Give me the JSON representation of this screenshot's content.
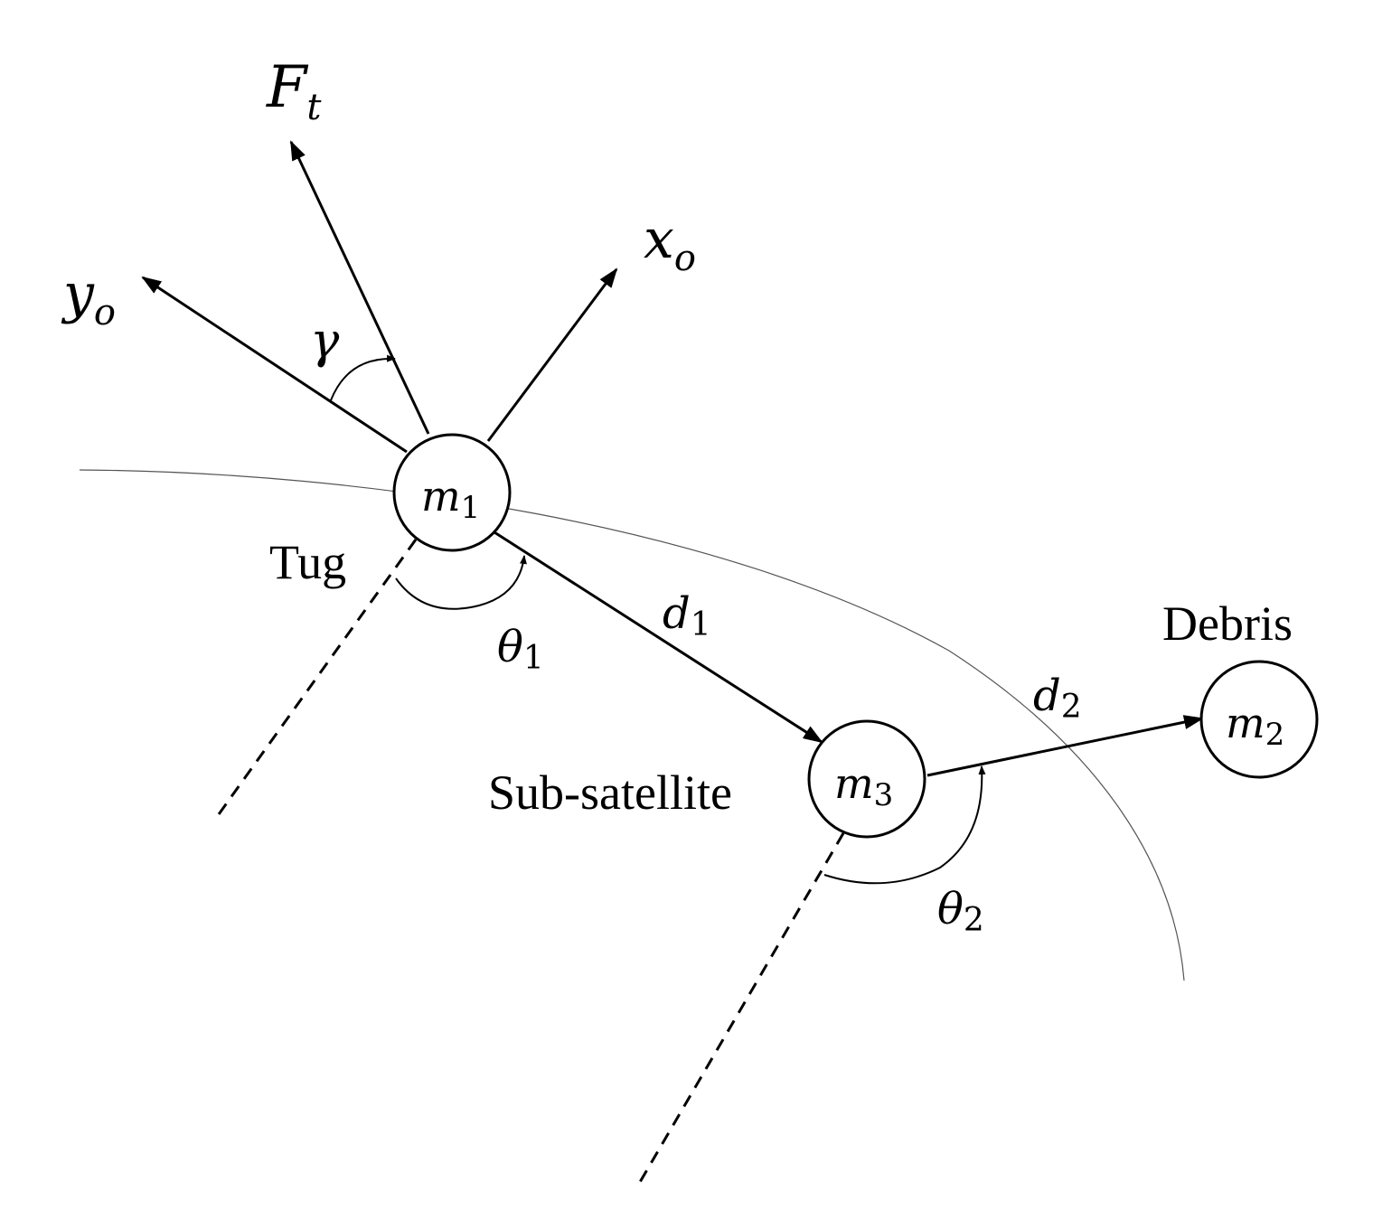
{
  "labels": {
    "thrust_main": "F",
    "thrust_sub": "t",
    "x_axis_main": "x",
    "x_axis_sub": "o",
    "y_axis_main": "y",
    "y_axis_sub": "o",
    "gamma": "γ",
    "tug": "Tug",
    "sub_satellite": "Sub-satellite",
    "debris": "Debris",
    "m1_main": "m",
    "m1_sub": "1",
    "m2_main": "m",
    "m2_sub": "2",
    "m3_main": "m",
    "m3_sub": "3",
    "d1_main": "d",
    "d1_sub": "1",
    "d2_main": "d",
    "d2_sub": "2",
    "theta1_main": "θ",
    "theta1_sub": "1",
    "theta2_main": "θ",
    "theta2_sub": "2"
  },
  "colors": {
    "ink": "#000000",
    "orbit": "#555555",
    "background": "#ffffff"
  }
}
